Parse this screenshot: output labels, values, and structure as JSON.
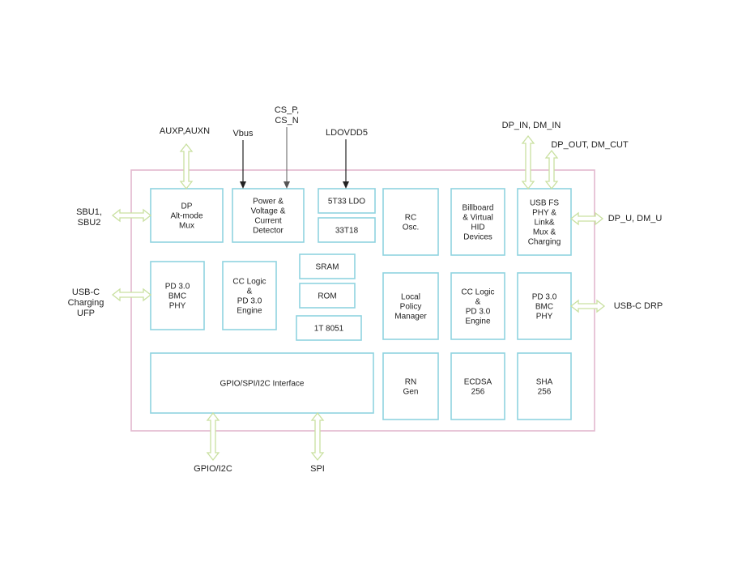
{
  "colors": {
    "block_border": "#8fd3e0",
    "chip_border": "#e2b8cf",
    "bus_arrow": "#c9e0a0",
    "text": "#222222"
  },
  "blocks": {
    "dp_mux": [
      "DP",
      "Alt-mode",
      "Mux"
    ],
    "power_detector": [
      "Power &",
      "Voltage &",
      "Current",
      "Detector"
    ],
    "ldo": [
      "5T33 LDO"
    ],
    "t18": [
      "33T18"
    ],
    "rc_osc": [
      "RC",
      "Osc."
    ],
    "billboard": [
      "Billboard",
      "& Virtual",
      "HID",
      "Devices"
    ],
    "usb_fs": [
      "USB FS",
      "PHY &",
      "Link&",
      "Mux &",
      "Charging"
    ],
    "pd_phy_left": [
      "PD 3.0",
      "BMC",
      "PHY"
    ],
    "cc_logic_left": [
      "CC Logic",
      "&",
      "PD 3.0",
      "Engine"
    ],
    "sram": [
      "SRAM"
    ],
    "rom": [
      "ROM"
    ],
    "mcu": [
      "1T 8051"
    ],
    "policy": [
      "Local",
      "Policy",
      "Manager"
    ],
    "cc_logic_right": [
      "CC Logic",
      "&",
      "PD 3.0",
      "Engine"
    ],
    "pd_phy_right": [
      "PD 3.0",
      "BMC",
      "PHY"
    ],
    "gpio_iface": [
      "GPIO/SPI/I2C Interface"
    ],
    "rn_gen": [
      "RN",
      "Gen"
    ],
    "ecdsa": [
      "ECDSA",
      "256"
    ],
    "sha": [
      "SHA",
      "256"
    ]
  },
  "signals": {
    "auxp": "AUXP,AUXN",
    "vbus": "Vbus",
    "cs_p": "CS_P,",
    "cs_n": "CS_N",
    "ldovdd": "LDOVDD5",
    "dp_in": "DP_IN, DM_IN",
    "dp_out": "DP_OUT, DM_CUT",
    "sbu": [
      "SBU1,",
      "SBU2"
    ],
    "usbc_ufp": [
      "USB-C",
      "Charging",
      "UFP"
    ],
    "dp_u": "DP_U, DM_U",
    "usbc_drp": "USB-C DRP",
    "gpio_i2c": "GPIO/I2C",
    "spi": "SPI"
  }
}
